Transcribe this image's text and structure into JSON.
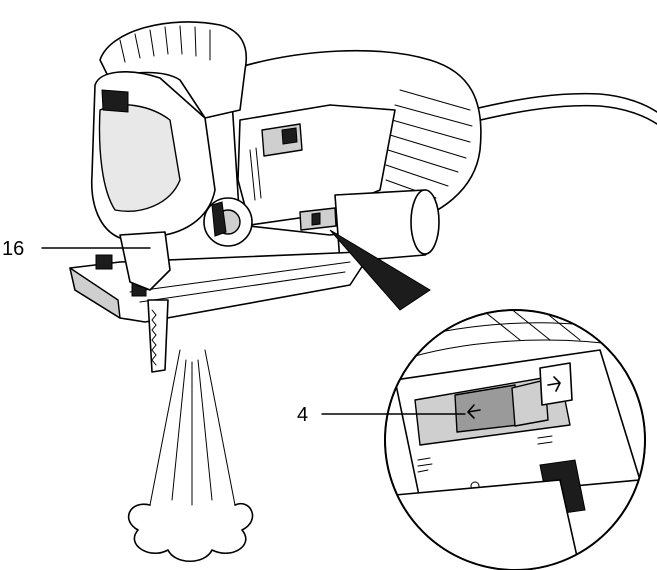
{
  "callouts": {
    "blade_guard": {
      "number": "16"
    },
    "selector_switch": {
      "number": "4"
    }
  },
  "icons": [
    "jigsaw-tool-illustration",
    "switch-magnifier-inset",
    "dust-extraction-airflow"
  ],
  "colors": {
    "ink": "#000000",
    "paper": "#ffffff",
    "shade": "#9a9a9a"
  }
}
